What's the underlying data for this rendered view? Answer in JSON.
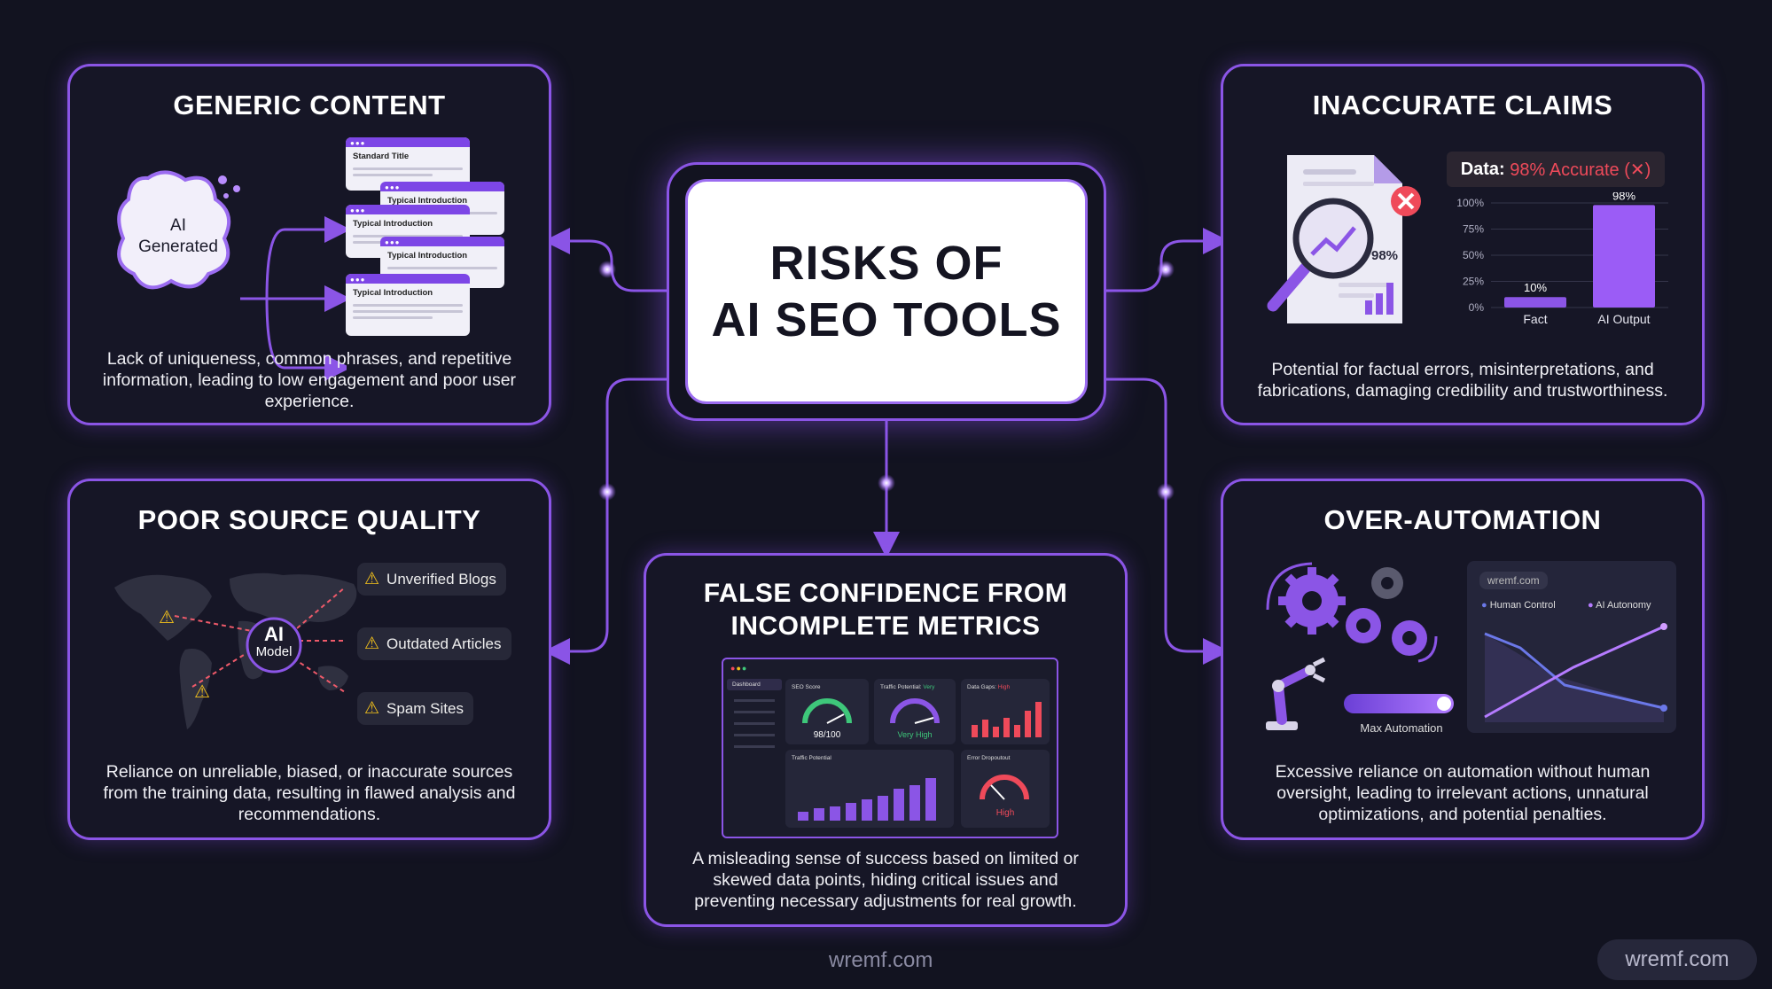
{
  "title": {
    "line1": "RISKS OF",
    "line2": "AI SEO TOOLS"
  },
  "generic": {
    "title": "GENERIC CONTENT",
    "blob_line1": "AI",
    "blob_line2": "Generated",
    "docs": [
      "Standard Title",
      "Typical Introduction",
      "Typical Introduction",
      "Typical Introduction",
      "Typical Introduction"
    ],
    "desc": "Lack of uniqueness, common phrases, and repetitive information, leading to low engagement and poor user experience."
  },
  "inaccurate": {
    "title": "INACCURATE CLAIMS",
    "badge_prefix": "Data:",
    "badge_value": "98% Accurate (✕)",
    "doc_pct": "98%",
    "desc": "Potential for factual errors, misinterpretations, and fabrications, damaging credibility and trustworthiness."
  },
  "chart_data": {
    "type": "bar",
    "categories": [
      "Fact",
      "AI Output"
    ],
    "values": [
      10,
      98
    ],
    "data_labels": [
      "10%",
      "98%"
    ],
    "y_ticks": [
      "100%",
      "75%",
      "50%",
      "25%",
      "0%"
    ],
    "ylim": [
      0,
      100
    ],
    "colors": [
      "#8b55e6",
      "#9b5cf6"
    ]
  },
  "poor_source": {
    "title": "POOR SOURCE QUALITY",
    "node_line1": "AI",
    "node_line2": "Model",
    "sources": [
      "Unverified Blogs",
      "Outdated Articles",
      "Spam Sites"
    ],
    "desc": "Reliance on unreliable, biased, or inaccurate sources from the training data, resulting in flawed analysis and recommendations."
  },
  "false_confidence": {
    "title_line1": "FALSE CONFIDENCE FROM",
    "title_line2": "INCOMPLETE METRICS",
    "dashboard": {
      "nav_label": "Dashboard",
      "seo_label": "SEO Score",
      "seo_value": "98/100",
      "traffic_label": "Traffic Potential:",
      "traffic_inline": "Very",
      "traffic_value": "Very High",
      "gaps_label": "Data Gaps:",
      "gaps_inline": "High",
      "potential_label": "Traffic Potential",
      "dropoff_label": "Error Dropoutout",
      "dropoff_value": "High"
    },
    "desc": "A misleading sense of success based on limited or skewed data points, hiding critical issues and preventing necessary adjustments for real growth."
  },
  "over_automation": {
    "title": "OVER-AUTOMATION",
    "toggle_label": "Max Automation",
    "panel_url": "wremf.com",
    "legend": [
      "Human Control",
      "AI Autonomy"
    ],
    "desc": "Excessive reliance on automation without human oversight, leading to irrelevant actions, unnatural optimizations, and potential penalties."
  },
  "footer": {
    "center": "wremf.com",
    "badge": "wremf.com"
  },
  "colors": {
    "accent": "#8b55e6",
    "background": "#121320",
    "red": "#ef4a5a",
    "green": "#3ec77a"
  }
}
